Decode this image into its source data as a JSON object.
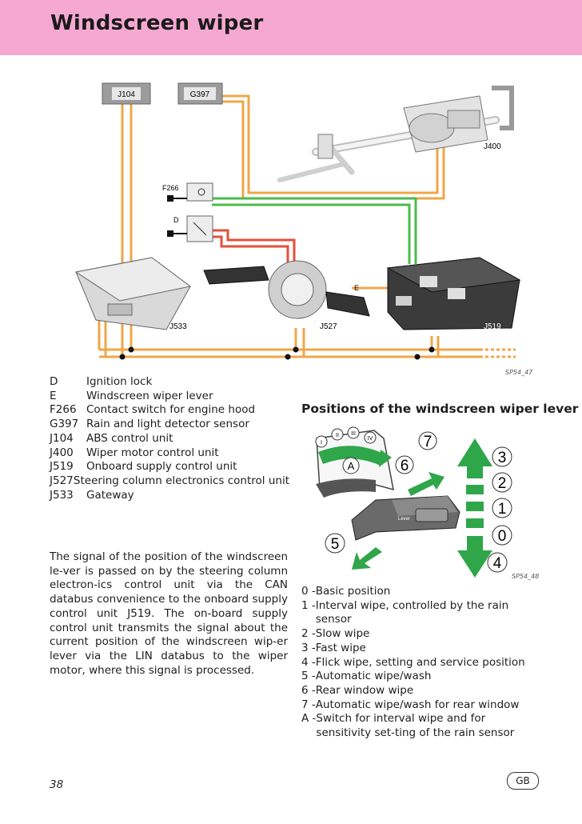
{
  "header": {
    "title": "Windscreen wiper",
    "color": "#f5a8d2"
  },
  "diagram": {
    "figure_code": "SP54_47",
    "components": {
      "j104": "J104",
      "g397": "G397",
      "j400": "J400",
      "f266": "F266",
      "d": "D",
      "j533": "J533",
      "e": "E",
      "j527": "J527",
      "j519": "J519"
    },
    "wire_colors": {
      "orange": "#f0a648",
      "green": "#4cbb4a",
      "red": "#e2513c"
    }
  },
  "legend": [
    {
      "code": "D",
      "text": "Ignition lock"
    },
    {
      "code": "E",
      "text": "Windscreen wiper lever"
    },
    {
      "code": "F266",
      "text": "Contact switch for engine hood"
    },
    {
      "code": "G397",
      "text": "Rain and light detector sensor"
    },
    {
      "code": "J104",
      "text": "ABS control unit"
    },
    {
      "code": "J400",
      "text": "Wiper motor control unit"
    },
    {
      "code": "J519",
      "text": "Onboard supply control unit"
    },
    {
      "code": "J527",
      "text": "Steering column electronics control unit"
    },
    {
      "code": "J533",
      "text": "Gateway"
    }
  ],
  "body_text": "The signal of  the position of the windscreen le-ver is passed on by the steering column electron-ics control unit via the CAN databus convenience to the onboard supply control unit J519. The on-board supply control unit transmits the signal about the current position of the windscreen wip-er lever via the LIN databus to the wiper motor, where this signal is processed.",
  "positions": {
    "title": "Positions of the windscreen wiper lever",
    "figure_code": "SP54_48",
    "lever_text": "Lever",
    "roman": [
      "I",
      "II",
      "III",
      "IV"
    ],
    "badge_a": "A",
    "numbers": [
      "0",
      "1",
      "2",
      "3",
      "4",
      "5",
      "6",
      "7"
    ],
    "items": [
      {
        "key": "0 - ",
        "text": "Basic position"
      },
      {
        "key": "1 - ",
        "text": "Interval wipe, controlled by the rain sensor"
      },
      {
        "key": "2 - ",
        "text": "Slow wipe"
      },
      {
        "key": "3 - ",
        "text": "Fast wipe"
      },
      {
        "key": "4 - ",
        "text": "Flick wipe, setting and service position"
      },
      {
        "key": "5 - ",
        "text": "Automatic wipe/wash"
      },
      {
        "key": "6 - ",
        "text": "Rear window wipe"
      },
      {
        "key": "7 - ",
        "text": "Automatic wipe/wash for rear window"
      },
      {
        "key": "A - ",
        "text": "Switch for interval wipe and for sensitivity set-ting of the rain sensor"
      }
    ]
  },
  "footer": {
    "page_number": "38",
    "language": "GB"
  }
}
